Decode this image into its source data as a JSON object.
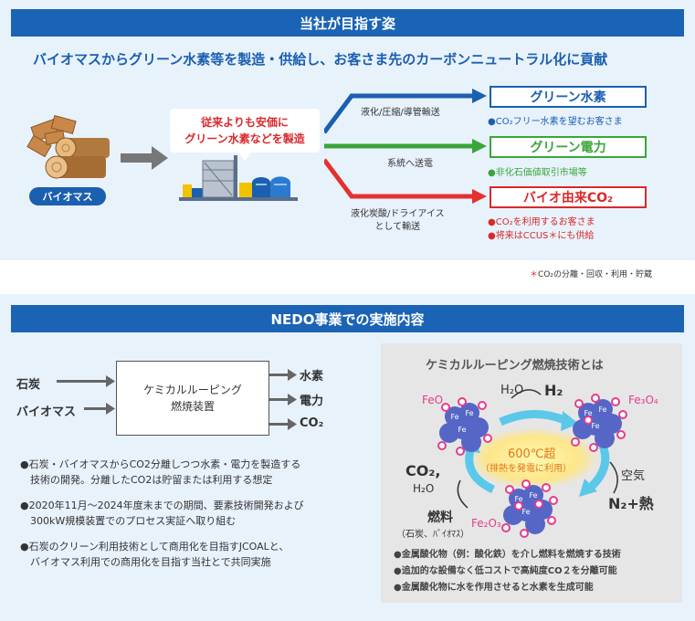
{
  "section1": {
    "heading": "当社が目指す姿",
    "lead": "バイオマスからグリーン水素等を製造・供給し、お客さま先のカーボンニュートラル化に貢献",
    "biomass_tag": "バイオマス",
    "bubble_line1": "従来よりも安価に",
    "bubble_line2": "グリーン水素などを製造",
    "routes": [
      {
        "label": "液化/圧縮/導管輸送",
        "product": "グリーン水素",
        "notes": [
          "●CO₂フリー水素を望むお客さま"
        ],
        "color": "#1a5fb0"
      },
      {
        "label": "系統へ送電",
        "product": "グリーン電力",
        "notes": [
          "●非化石価値取引市場等"
        ],
        "color": "#3aa53a"
      },
      {
        "label_line1": "液化炭酸/ドライアイス",
        "label_line2": "として輸送",
        "product": "バイオ由来CO₂",
        "notes": [
          "●CO₂を利用するお客さま",
          "●将来はCCUS＊にも供給"
        ],
        "color": "#d9292b"
      }
    ],
    "footnote_mark": "＊",
    "footnote": "CO₂の分離・回収・利用・貯蔵"
  },
  "section2": {
    "heading": "NEDO事業での実施内容",
    "inputs": [
      "石炭",
      "バイオマス"
    ],
    "device_line1": "ケミカルルーピング",
    "device_line2": "燃焼装置",
    "outputs": [
      "水素",
      "電力",
      "CO₂"
    ],
    "bullets": [
      [
        "●石炭・バイオマスからCO2分離しつつ水素・電力を製造する",
        "　技術の開発。分離したCO2は貯留または利用する想定"
      ],
      [
        "●2020年11月〜2024年度末までの期間、要素技術開発および",
        "　300kW規模装置でのプロセス実証へ取り組む"
      ],
      [
        "●石炭のクリーン利用技術として商用化を目指すJCOALと、",
        "　バイオマス利用での商用化を目指す当社とで共同実施"
      ]
    ],
    "tech": {
      "title": "ケミカルルーピング燃焼技術とは",
      "feo": "FeO",
      "fe3o4": "Fe₃O₄",
      "fe2o3": "Fe₂O₃",
      "h2o_top": "H₂O",
      "h2": "H₂",
      "co2_left": "CO₂,",
      "h2o_left": "H₂O",
      "fuel": "燃料",
      "fuel_note": "（石炭、ﾊﾞｲｵﾏｽ）",
      "air": "空気",
      "n2_heat": "N₂+熱",
      "temp": "600℃超",
      "temp_note": "（排熱を発電に利用）",
      "fe": "Fe",
      "o": "O",
      "bullets": [
        "●金属酸化物（例：酸化鉄）を介し燃料を燃焼する技術",
        "●追加的な設備なく低コストで高純度CO２を分離可能",
        "●金属酸化物に水を作用させると水素を生成可能"
      ]
    }
  }
}
